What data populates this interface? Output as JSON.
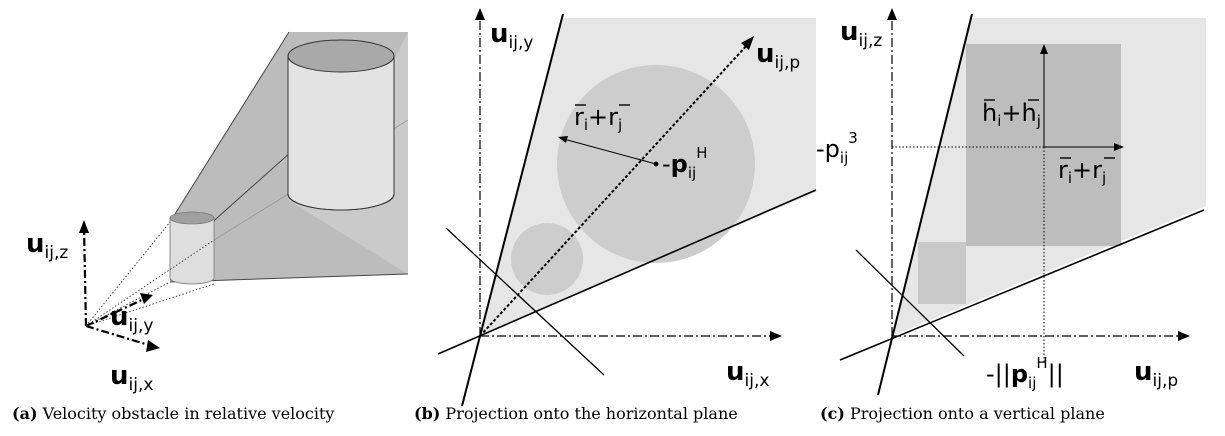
{
  "panels": [
    {
      "caption_tag": "(a)",
      "caption_text": "Velocity obstacle in relative velocity",
      "axes": {
        "z": {
          "main": "u",
          "sub": "ij,z"
        },
        "y": {
          "main": "u",
          "sub": "ij,y"
        },
        "x": {
          "main": "u",
          "sub": "ij,x"
        }
      }
    },
    {
      "caption_tag": "(b)",
      "caption_text": "Projection onto the horizontal plane",
      "axes": {
        "y": {
          "main": "u",
          "sub": "ij,y"
        },
        "p": {
          "main": "u",
          "sub": "ij,p"
        },
        "x": {
          "main": "u",
          "sub": "ij,x"
        }
      },
      "labels": {
        "radius": {
          "r1": "r",
          "s1": "i",
          "plus": "+",
          "r2": "r",
          "s2": "j"
        },
        "center": {
          "prefix": "-",
          "main": "p",
          "sub": "ij",
          "sup": "H"
        }
      }
    },
    {
      "caption_tag": "(c)",
      "caption_text": "Projection onto a vertical plane",
      "axes": {
        "z": {
          "main": "u",
          "sub": "ij,z"
        },
        "p": {
          "main": "u",
          "sub": "ij,p"
        }
      },
      "labels": {
        "height": {
          "h1": "h",
          "s1": "i",
          "plus": "+",
          "h2": "h",
          "s2": "j"
        },
        "radius": {
          "r1": "r",
          "s1": "i",
          "plus": "+",
          "r2": "r",
          "s2": "j"
        },
        "p3": {
          "prefix": "-p",
          "sub": "ij",
          "sup": "3"
        },
        "pnorm": {
          "prefix": "-||",
          "main": "p",
          "sub": "ij",
          "sup": "H",
          "suffix": "||"
        }
      }
    }
  ],
  "colors": {
    "cone_light": "#e6e6e6",
    "cone_dark": "#b9b9b9",
    "disc": "#cdcdcd",
    "rect": "#bdbdbd",
    "ink": "#000000"
  }
}
